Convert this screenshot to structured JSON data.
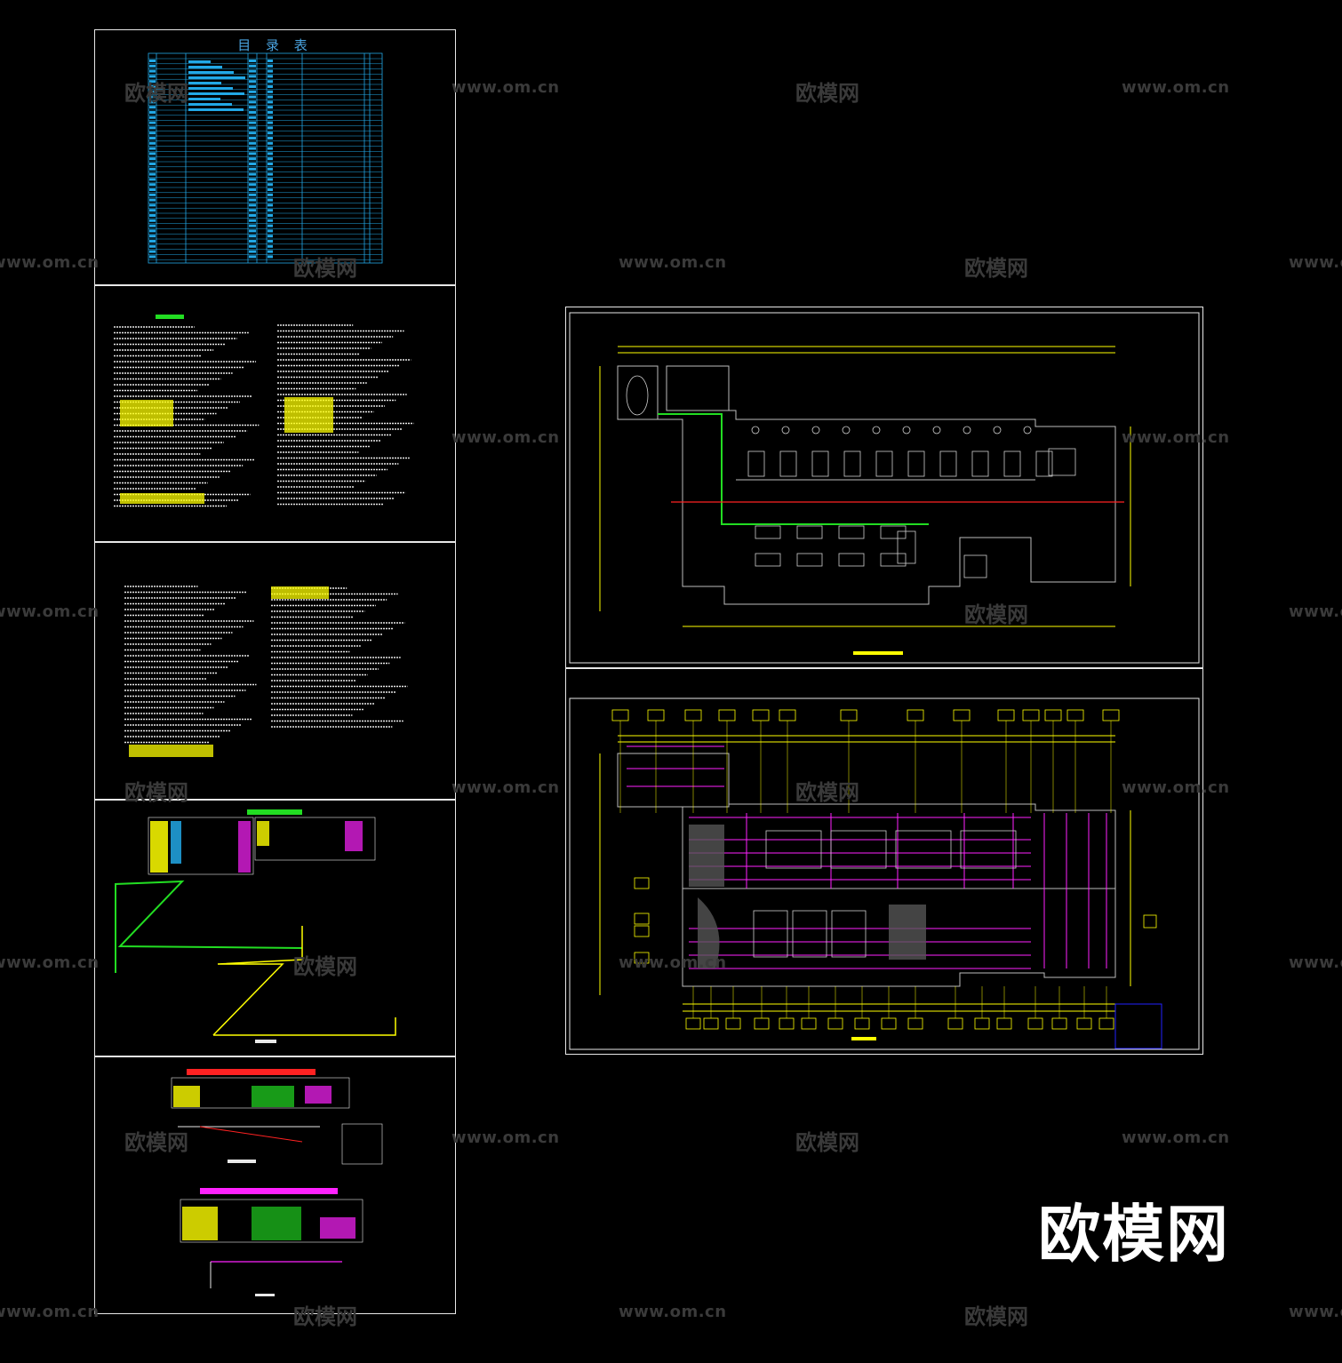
{
  "canvas": {
    "background": "#000000"
  },
  "colors": {
    "cyan": "#22a8e6",
    "yellow": "#ffff00",
    "green": "#22dd22",
    "magenta": "#ff22ff",
    "red": "#ff2222",
    "white": "#e8e8e8",
    "grey": "#9a9a9a"
  },
  "sheets": {
    "index_title": "目 录 表"
  },
  "watermarks": {
    "url": "www.om.cn",
    "brand": "欧模网"
  },
  "logo": "欧模网"
}
